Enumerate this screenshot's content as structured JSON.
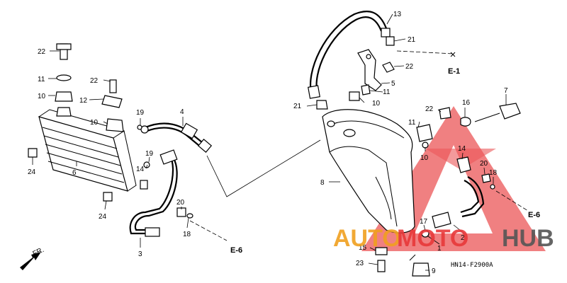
{
  "callouts": {
    "c22a": "22",
    "c11a": "11",
    "c10a": "10",
    "c22b": "22",
    "c12": "12",
    "c10b": "10",
    "c19a": "19",
    "c4": "4",
    "c24a": "24",
    "c6": "6",
    "c19b": "19",
    "c14a": "14",
    "c24b": "24",
    "c20a": "20",
    "c18a": "18",
    "c3": "3",
    "c13": "13",
    "c21a": "21",
    "c22c": "22",
    "c5": "5",
    "c11b": "11",
    "c21b": "21",
    "c10c": "10",
    "c7": "7",
    "c22d": "22",
    "c16": "16",
    "c11c": "11",
    "c10d": "10",
    "c8": "8",
    "c14b": "14",
    "c20b": "20",
    "c18b": "18",
    "c17": "17",
    "c2": "2",
    "c1": "1",
    "c15": "15",
    "c23": "23",
    "c9": "9"
  },
  "references": {
    "e1": "E-1",
    "e6a": "E-6",
    "e6b": "E-6"
  },
  "direction_label": "FR.",
  "diagram_code": "HN14-F2900A",
  "watermark": {
    "part1": "AUTO",
    "part2": "MOTO",
    "part3": "HUB",
    "colors": {
      "orange": "#f0a020",
      "red": "#e8383a",
      "gray": "#555555"
    }
  }
}
